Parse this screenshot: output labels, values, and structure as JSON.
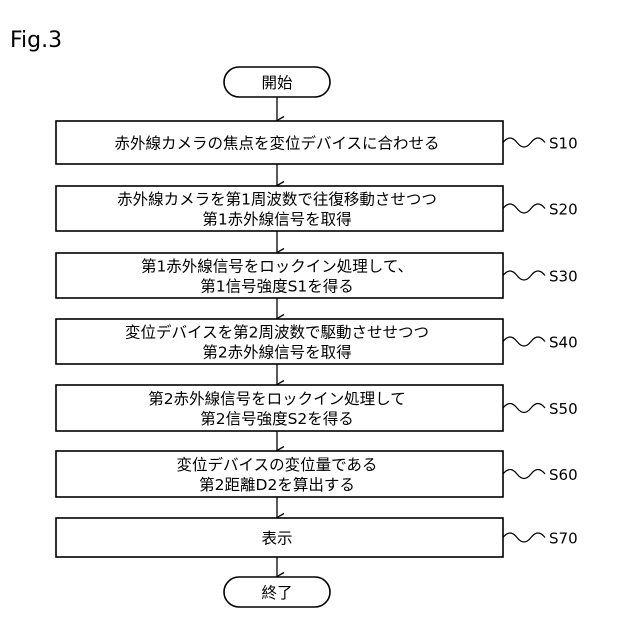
{
  "figure": {
    "label": "Fig.3"
  },
  "start": {
    "text": "開始"
  },
  "end": {
    "text": "終了"
  },
  "steps": [
    {
      "id": "S10",
      "lines": [
        "赤外線カメラの焦点を変位デバイスに合わせる"
      ]
    },
    {
      "id": "S20",
      "lines": [
        "赤外線カメラを第1周波数で往復移動させつつ",
        "第1赤外線信号を取得"
      ]
    },
    {
      "id": "S30",
      "lines": [
        "第1赤外線信号をロックイン処理して、",
        "第1信号強度S1を得る"
      ]
    },
    {
      "id": "S40",
      "lines": [
        "変位デバイスを第2周波数で駆動させせつつ",
        "第2赤外線信号を取得"
      ]
    },
    {
      "id": "S50",
      "lines": [
        "第2赤外線信号をロックイン処理して",
        "第2信号強度S2を得る"
      ]
    },
    {
      "id": "S60",
      "lines": [
        "変位デバイスの変位量である",
        "第2距離D2を算出する"
      ]
    },
    {
      "id": "S70",
      "lines": [
        "表示"
      ]
    }
  ]
}
